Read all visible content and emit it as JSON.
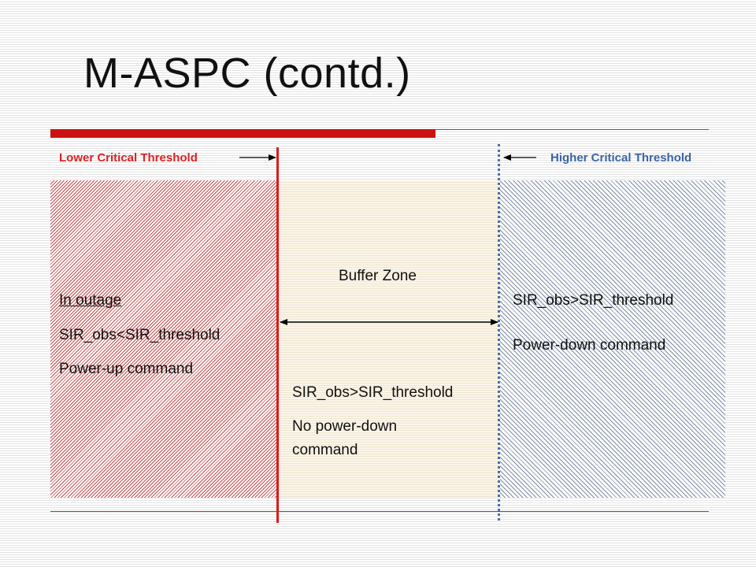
{
  "slide": {
    "title": "M-ASPC (contd.)",
    "thresholds": {
      "lower": "Lower Critical Threshold",
      "higher": "Higher Critical Threshold"
    },
    "zones": {
      "left": {
        "heading": "In outage",
        "condition": "SIR_obs<SIR_threshold",
        "command": "Power-up command"
      },
      "middle": {
        "heading": "Buffer Zone",
        "condition": "SIR_obs>SIR_threshold",
        "command_line1": "No power-down",
        "command_line2": "command"
      },
      "right": {
        "condition": "SIR_obs>SIR_threshold",
        "command": "Power-down command"
      }
    }
  },
  "colors": {
    "accent_red": "#cc1111",
    "lower_threshold": "#dd2222",
    "higher_threshold": "#3a63a8",
    "buffer_zone_fill": "#fbf5e9"
  }
}
